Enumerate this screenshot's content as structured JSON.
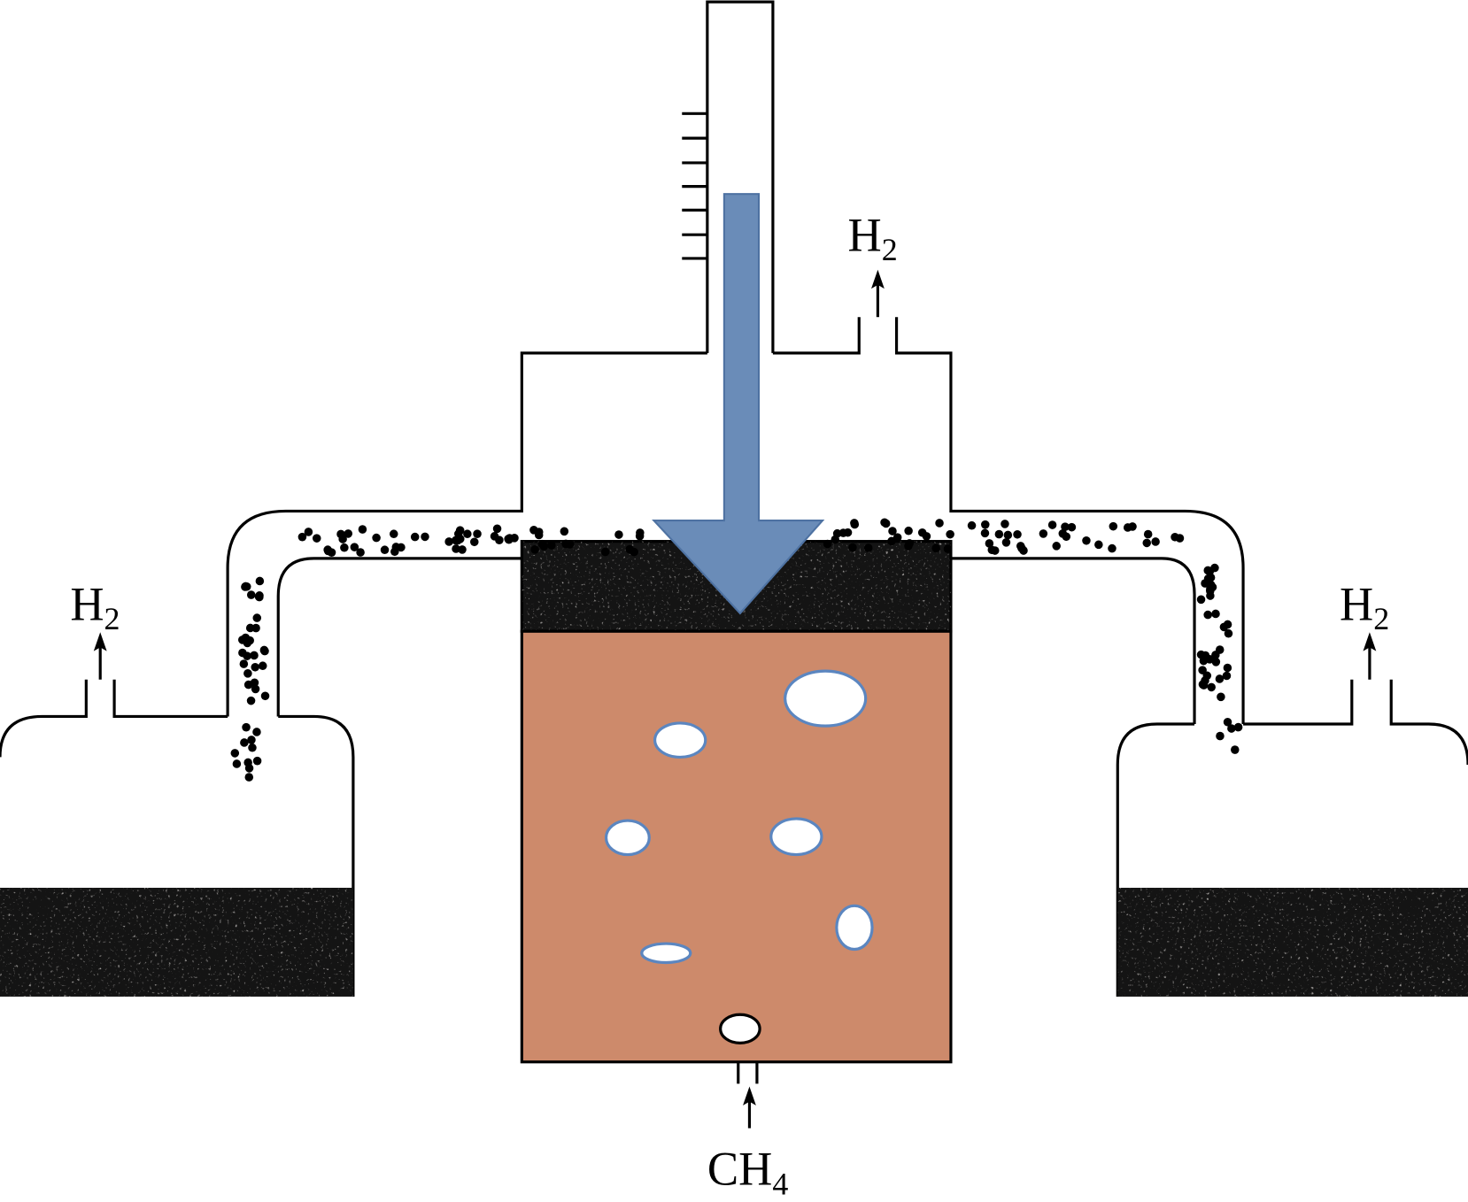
{
  "labels": {
    "left_outlet": {
      "base": "H",
      "sub": "2"
    },
    "center_outlet": {
      "base": "H",
      "sub": "2"
    },
    "right_outlet": {
      "base": "H",
      "sub": "2"
    },
    "inlet": {
      "base": "CH",
      "sub": "4"
    }
  },
  "colors": {
    "reactor": "#CD8A6B",
    "arrow": "#6A8CB8",
    "arrow_stroke": "#4E72A2",
    "bubble_stroke": "#5B86C0",
    "bed": "#141414"
  }
}
